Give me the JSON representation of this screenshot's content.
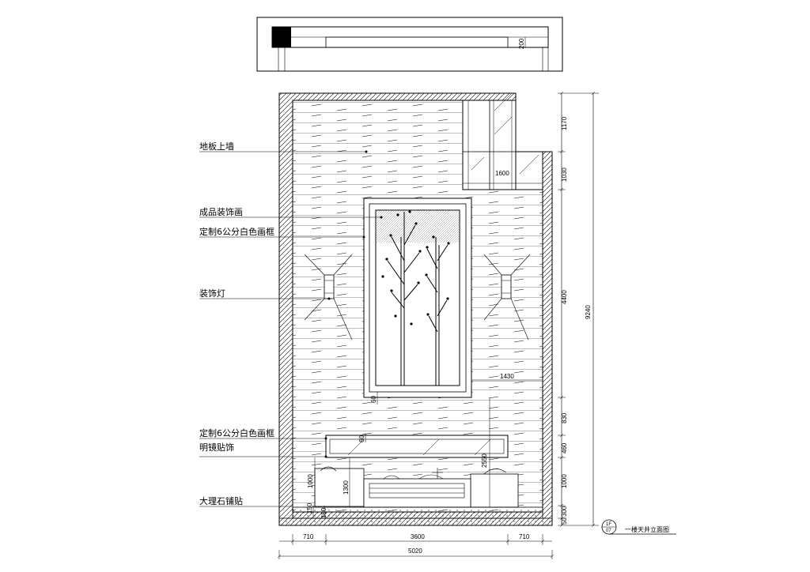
{
  "labels": {
    "floor_on_wall": "地板上墙",
    "finished_painting": "成品装饰画",
    "custom_frame_top": "定制6公分白色画框",
    "decorative_lamp": "装饰灯",
    "custom_frame_bottom": "定制6公分白色画框",
    "mirror_decor": "明镜贴饰",
    "marble_paving": "大理石铺贴"
  },
  "dimensions": {
    "top_plan_200": "200",
    "right_1170": "1170",
    "right_1030": "1030",
    "right_4400": "4400",
    "right_830": "830",
    "right_460": "460",
    "right_1000": "1000",
    "right_300": "300",
    "right_50": "50",
    "total_9240": "9240",
    "window_1600": "1600",
    "frame_1430": "1430",
    "frame_60a": "60",
    "frame_60b": "60",
    "height_2550": "2550",
    "height_1300": "1300",
    "height_1000": "1000",
    "bottom_150a": "150",
    "bottom_150b": "150",
    "bottom_710a": "710",
    "bottom_3600": "3600",
    "bottom_710b": "710",
    "bottom_5020": "5020"
  },
  "title_block": {
    "index_top": "1F",
    "index_bottom": "07",
    "title": "一楼天井立面图"
  }
}
